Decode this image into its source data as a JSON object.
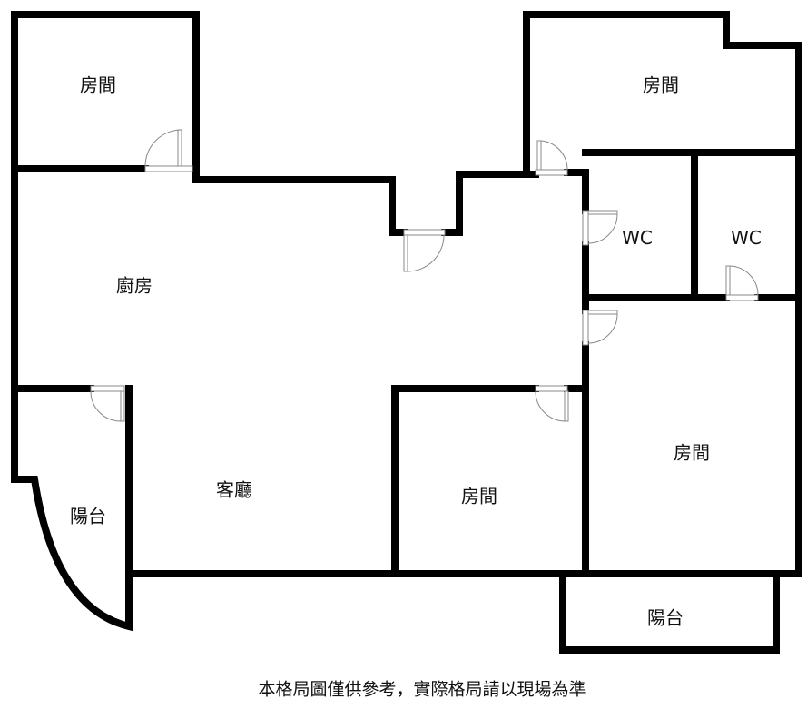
{
  "rooms": [
    {
      "id": "bedroom-top-left",
      "label": "房間"
    },
    {
      "id": "bedroom-top-right",
      "label": "房間"
    },
    {
      "id": "kitchen",
      "label": "廚房"
    },
    {
      "id": "wc-left",
      "label": "WC"
    },
    {
      "id": "wc-right",
      "label": "WC"
    },
    {
      "id": "living-room",
      "label": "客廳"
    },
    {
      "id": "balcony-left",
      "label": "陽台"
    },
    {
      "id": "bedroom-middle",
      "label": "房間"
    },
    {
      "id": "bedroom-right",
      "label": "房間"
    },
    {
      "id": "balcony-bottom",
      "label": "陽台"
    }
  ],
  "caption": "本格局圖僅供參考，實際格局請以現場為準"
}
